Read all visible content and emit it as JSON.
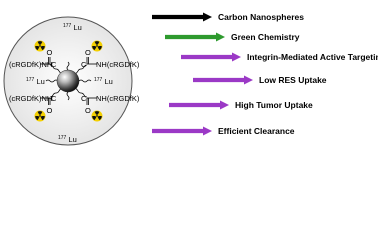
{
  "molecule": {
    "core": "carbon nanosphere",
    "ligands": {
      "top_left": "(cRGDfK)NH",
      "bottom_left": "(cRGDfK)NH",
      "top_right": "NH(cRGDfK)",
      "bottom_right": "NH(cRGDfK)"
    },
    "carbonyl": {
      "carbon": "C",
      "oxygen": "O"
    },
    "radionuclide": {
      "mass": "177",
      "element": "Lu"
    }
  },
  "features": [
    {
      "label": "Carbon Nanospheres",
      "arrow_color": "#000000"
    },
    {
      "label": "Green Chemistry",
      "arrow_color": "#2e9a2e"
    },
    {
      "label": "Integrin-Mediated Active Targeting",
      "arrow_color": "#9b39c6"
    },
    {
      "label": "Low RES Uptake",
      "arrow_color": "#9b39c6"
    },
    {
      "label": "High Tumor Uptake",
      "arrow_color": "#9b39c6"
    },
    {
      "label": "Efficient Clearance",
      "arrow_color": "#9b39c6"
    }
  ],
  "colors": {
    "frame_fill": "#f3f3f3",
    "frame_stroke": "#555555",
    "radiation_yellow": "#f4d000",
    "radiation_black": "#111111"
  }
}
